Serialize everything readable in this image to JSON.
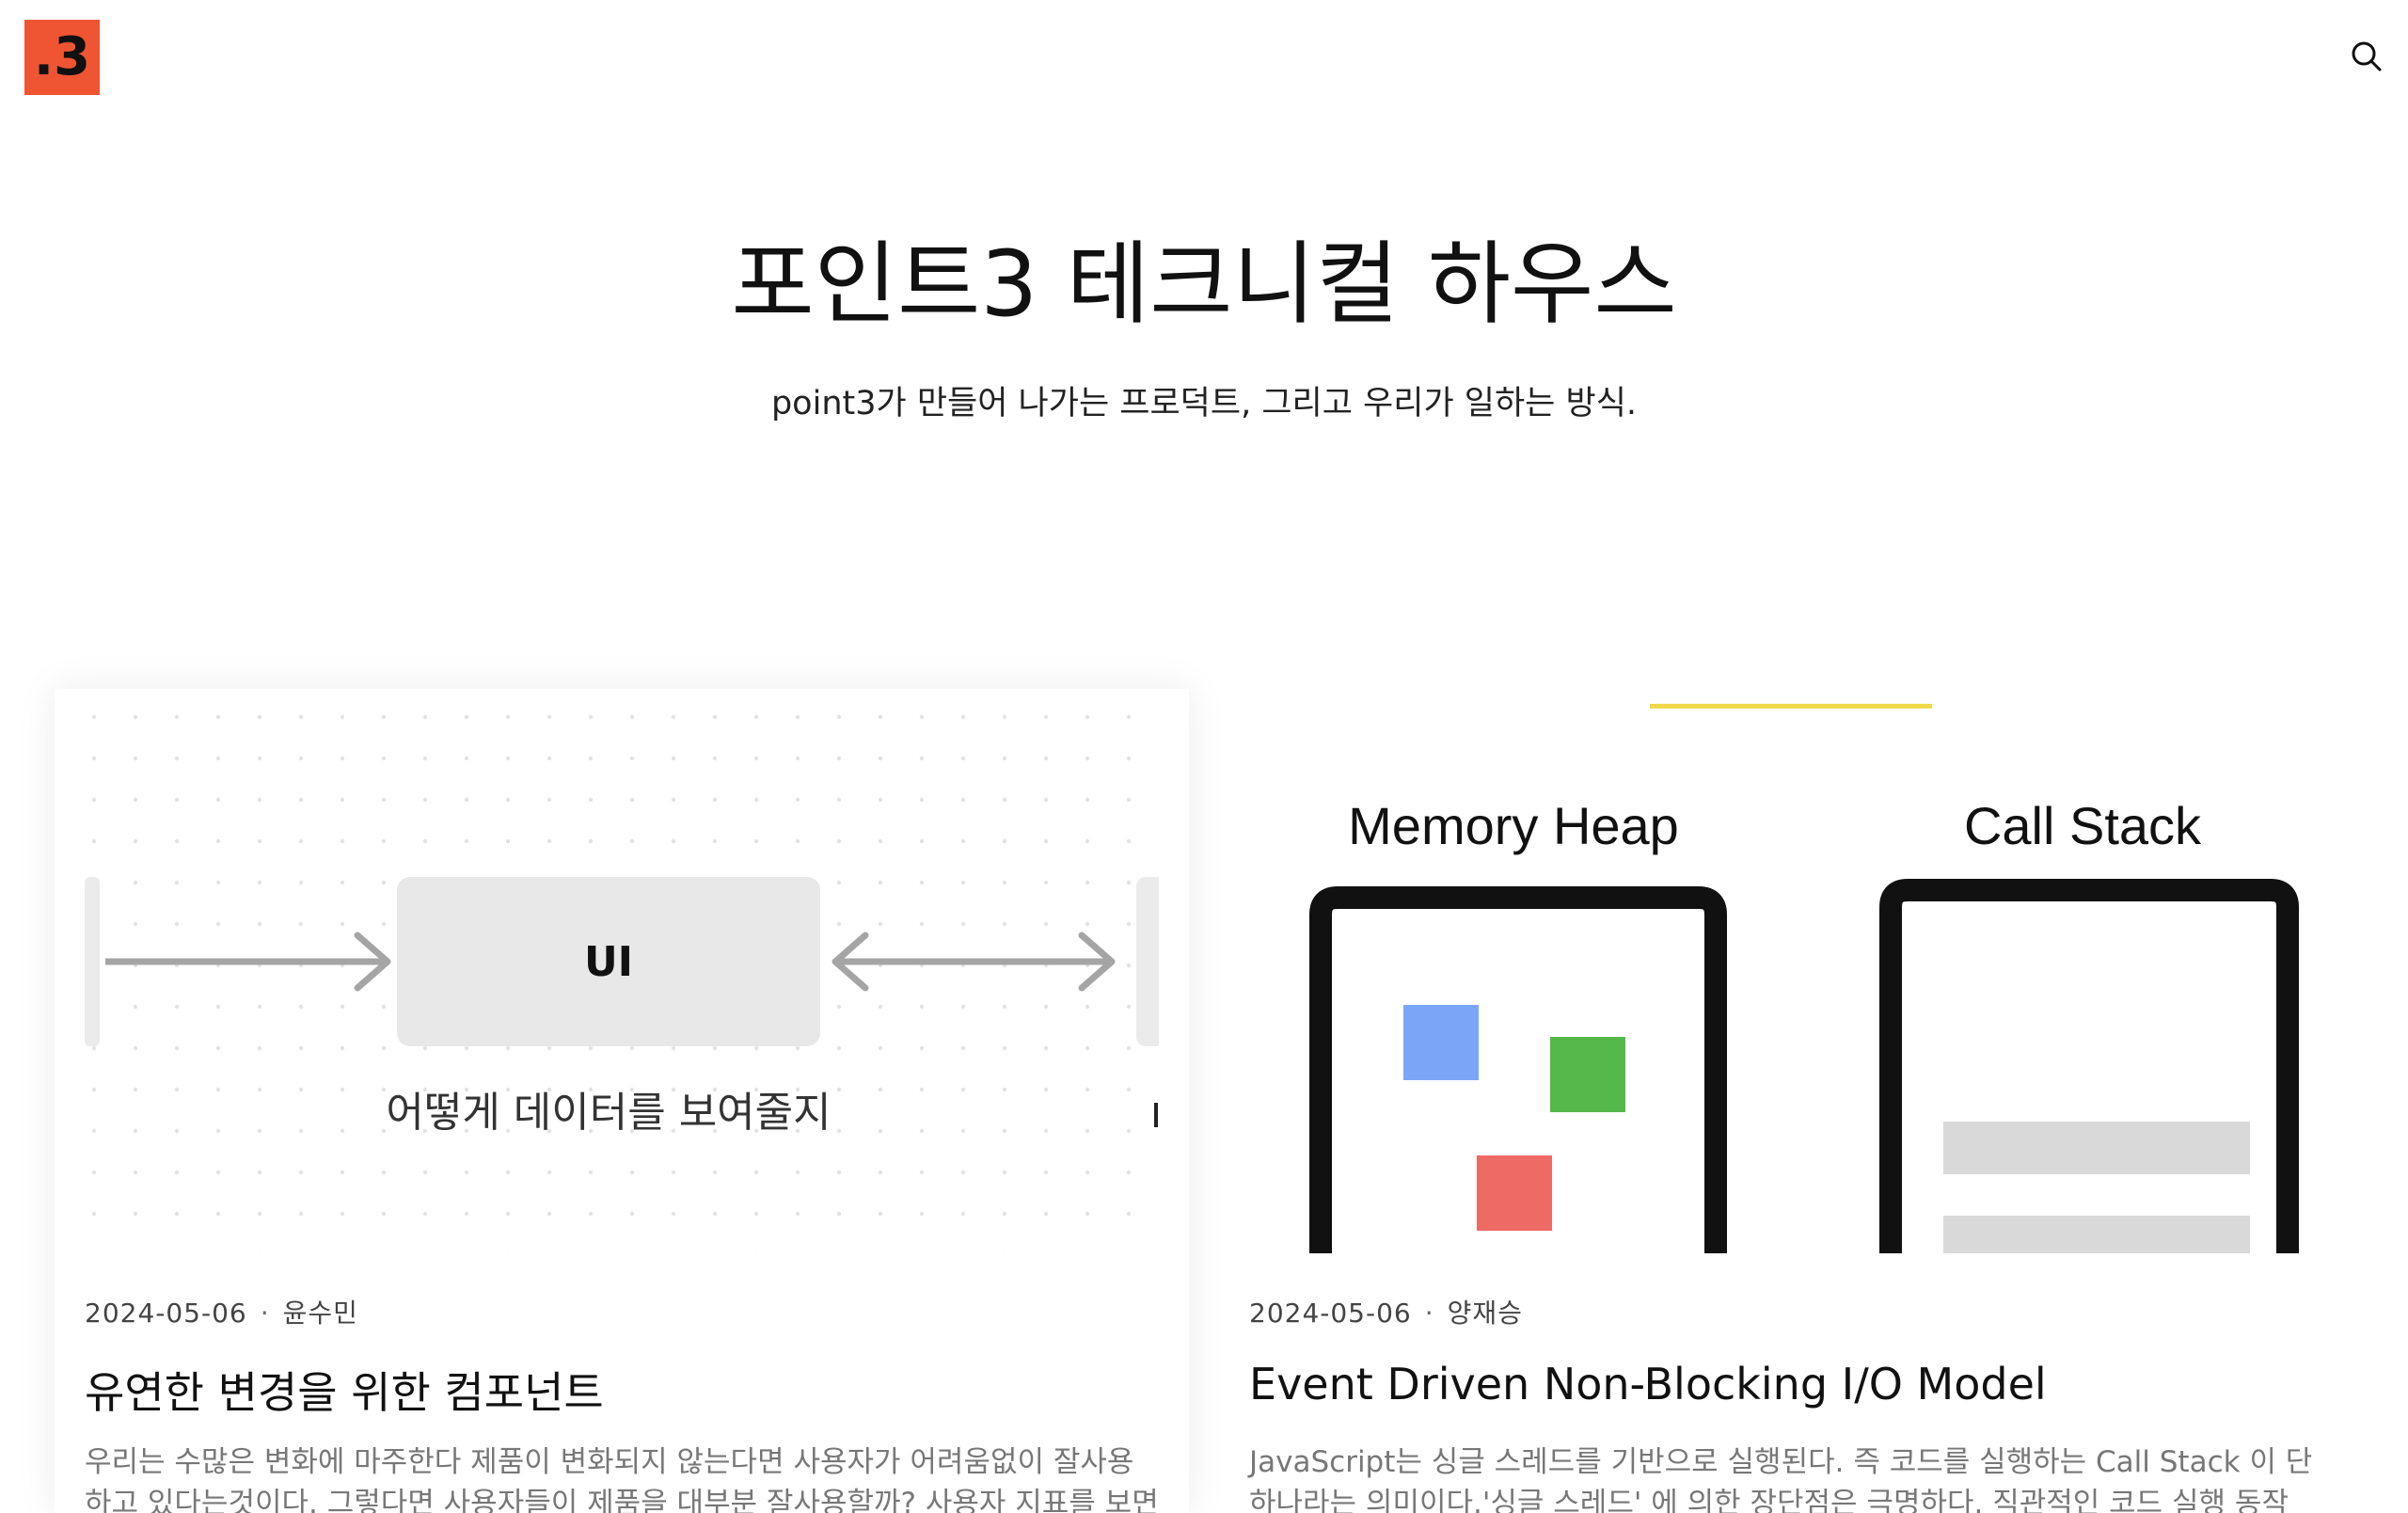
{
  "header": {
    "logo_text": ".3",
    "logo_color": "#ef5532"
  },
  "hero": {
    "title": "포인트3 테크니컬 하우스",
    "subtitle": "point3가 만들어 나가는 프로덕트, 그리고 우리가 일하는 방식."
  },
  "posts": [
    {
      "date": "2024-05-06",
      "author": "윤수민",
      "title": "유연한 변경을 위한 컴포넌트",
      "excerpt": "우리는 수많은 변화에 마주한다 제품이 변화되지 않는다면 사용자가 어려움없이 잘사용하고 있다는것이다. 그렇다면 사용자들이 제품을 대부분 잘사용할까? 사용자 지표를 보면 그렇",
      "thumb": {
        "box_label": "UI",
        "caption": "어떻게 데이터를 보여줄지"
      }
    },
    {
      "date": "2024-05-06",
      "author": "양재승",
      "title": "Event Driven Non-Blocking I/O Model",
      "excerpt": "JavaScript는 싱글 스레드를 기반으로 실행된다. 즉 코드를 실행하는 Call Stack 이 단 하나라는 의미이다.'싱글 스레드' 에 의한 장단점은 극명하다. 직관적인 코드 실행 동작 과정과",
      "thumb": {
        "left_label": "Memory Heap",
        "right_label": "Call Stack",
        "accent_line_color": "#f0d84a",
        "square_colors": [
          "#7ba6f7",
          "#55b84a",
          "#ee6a64"
        ]
      }
    }
  ]
}
